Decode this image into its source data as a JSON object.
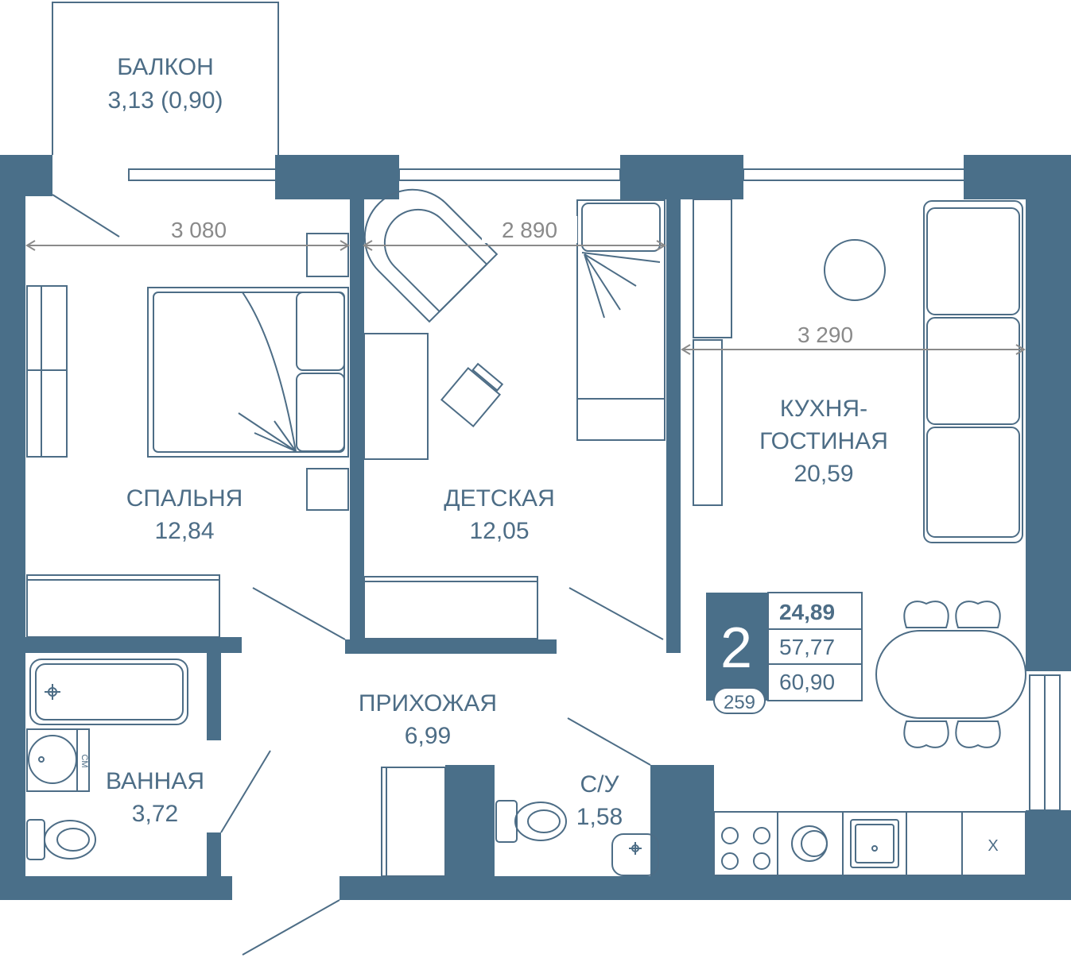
{
  "rooms": {
    "balcony": {
      "name": "БАЛКОН",
      "area": "3,13 (0,90)"
    },
    "bedroom": {
      "name": "СПАЛЬНЯ",
      "area": "12,84"
    },
    "kids": {
      "name": "ДЕТСКАЯ",
      "area": "12,05"
    },
    "kitchen": {
      "name_line1": "КУХНЯ-",
      "name_line2": "ГОСТИНАЯ",
      "area": "20,59"
    },
    "hall": {
      "name": "ПРИХОЖАЯ",
      "area": "6,99"
    },
    "bath": {
      "name": "ВАННАЯ",
      "area": "3,72"
    },
    "wc": {
      "name": "С/У",
      "area": "1,58"
    }
  },
  "dimensions": {
    "bedroom_width": "3 080",
    "kids_width": "2 890",
    "kitchen_width": "3 290"
  },
  "badge": {
    "rooms": "2",
    "apartment_number": "259",
    "living_area": "24,89",
    "total_area": "57,77",
    "total_with_balcony": "60,90"
  },
  "fixtures": {
    "washer_mark": "СМ",
    "fridge_mark": "X"
  },
  "colors": {
    "wall": "#4a6f89",
    "text": "#4d6d86",
    "dimension": "#8a8a8a"
  }
}
